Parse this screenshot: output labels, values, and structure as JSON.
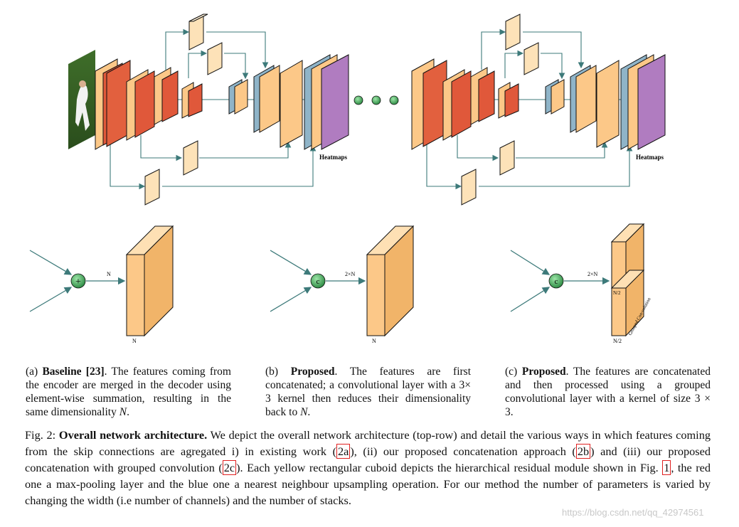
{
  "figure": {
    "heatmaps_label": "Heatmaps",
    "channel_N": "N",
    "channel_2N": "2×N",
    "channel_N2": "N/2",
    "grouped_label": "Grouped Con-volution",
    "op_sum": "+",
    "op_concat": "c",
    "stack_ellipsis_dots": 3
  },
  "subcaptions": {
    "a": {
      "label": "(a)",
      "title": "Baseline [23]",
      "text": "The features coming from the encoder are merged in the decoder using element-wise summation, resulting in the same dimensionality",
      "var": "N",
      "end": "."
    },
    "b": {
      "label": "(b)",
      "title": "Proposed",
      "text": "The features are first concatenated; a convolutional layer with a 3× 3 kernel then reduces their dimensionality back to",
      "var": "N",
      "end": "."
    },
    "c": {
      "label": "(c)",
      "title": "Proposed",
      "text": "The features are concatenated and then processed using a grouped convolutional layer with a kernel of size 3 × 3."
    }
  },
  "caption": {
    "label": "Fig. 2:",
    "title": "Overall network architecture.",
    "part1": "We depict the overall network architecture (top-row) and detail the various ways in which features coming from the skip connections are agregated i) in existing work (",
    "ref_a": "2a",
    "part2": "), (ii) our proposed concatenation approach (",
    "ref_b": "2b",
    "part3": ") and (iii) our proposed concatenation with grouped convolution (",
    "ref_c": "2c",
    "part4": "). Each yellow rectangular cuboid depicts the hierarchical residual module shown in Fig. ",
    "ref_fig": "1",
    "part5": ", the red one a max-pooling layer and the blue one a nearest neighbour upsampling operation. For our method the number of parameters is varied by changing the width (i.e number of channels) and the number of stacks."
  },
  "watermark": "https://blog.csdn.net/qq_42974561",
  "colors": {
    "module": "#fcc888",
    "module_side": "#e8a860",
    "pool": "#e0583a",
    "upsample": "#8fb4c8",
    "heatmap": "#b07cc0",
    "arrow": "#3d7a7a",
    "op_node": "#5cb878"
  }
}
